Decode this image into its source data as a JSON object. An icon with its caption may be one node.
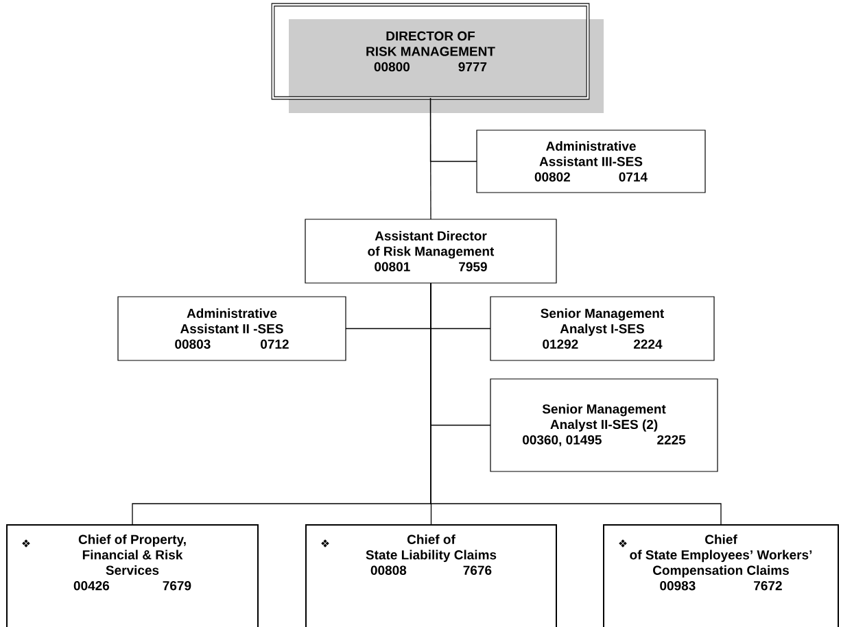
{
  "diagram": {
    "nodes": [
      {
        "text": [
          "DIRECTOR OF RISK MANAGEMENT",
          "00800",
          "9777"
        ]
      },
      {
        "text": [
          "Administrative Assistant III-SES",
          "00802",
          "0714"
        ]
      },
      {
        "text": [
          "Assistant Director of Risk Management",
          "00801",
          "7959"
        ]
      },
      {
        "text": [
          "Administrative Assistant II -SES",
          "00803",
          "0712"
        ]
      },
      {
        "text": [
          "Senior Management Analyst I-SES",
          "01292",
          "2224"
        ]
      },
      {
        "text": [
          "Senior Management Analyst II-SES (2)",
          "00360, 01495",
          "2225"
        ]
      },
      {
        "text": [
          "Chief of Property, Financial & Risk Services",
          "00426",
          "7679"
        ]
      },
      {
        "text": [
          "Chief of State Liability Claims",
          "00808",
          "7676"
        ]
      },
      {
        "text": [
          "Chief of State Employees’ Workers’ Compensation Claims",
          "00983",
          "7672"
        ]
      }
    ],
    "edges": [
      {
        "from": 0,
        "to": 1,
        "arrow": "none"
      },
      {
        "from": 0,
        "to": 2,
        "arrow": "none"
      },
      {
        "from": 2,
        "to": 3,
        "arrow": "none"
      },
      {
        "from": 2,
        "to": 4,
        "arrow": "none"
      },
      {
        "from": 2,
        "to": 5,
        "arrow": "none"
      },
      {
        "from": 2,
        "to": 6,
        "arrow": "none"
      },
      {
        "from": 2,
        "to": 7,
        "arrow": "none"
      },
      {
        "from": 2,
        "to": 8,
        "arrow": "none"
      }
    ]
  }
}
